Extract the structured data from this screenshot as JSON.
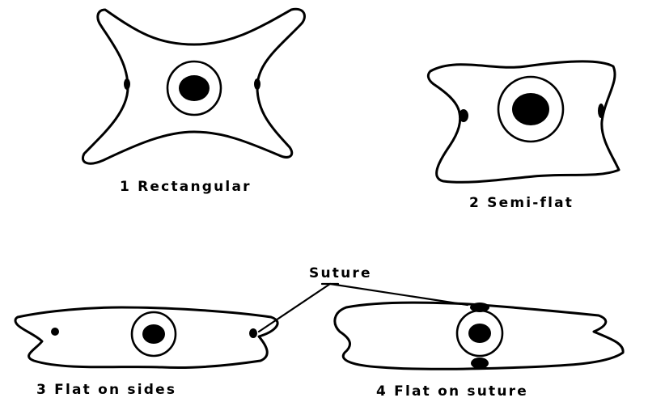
{
  "figure": {
    "captions": {
      "rectangular": "1 Rectangular",
      "semi_flat": "2 Semi-flat",
      "flat_on_sides": "3 Flat on sides",
      "flat_on_suture": "4 Flat on suture"
    },
    "label_suture": "Suture"
  }
}
